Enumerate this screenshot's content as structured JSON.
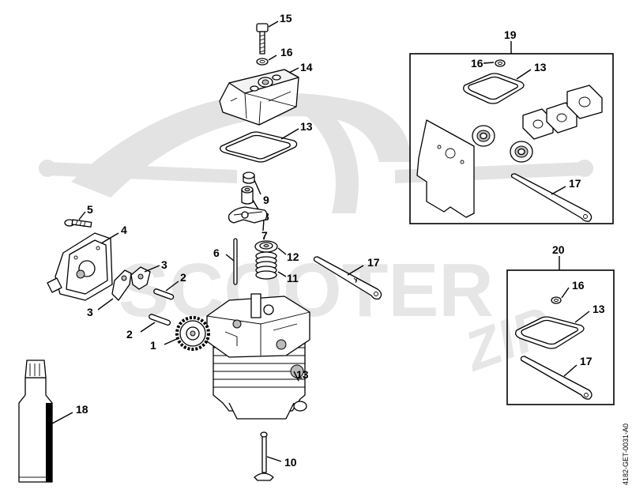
{
  "watermark": {
    "brand_text": "SCOOTER",
    "brand_tail": "ZIP"
  },
  "drawing_code": "4182-GET-0031-A0",
  "callouts": {
    "c1": "1",
    "c2a": "2",
    "c2b": "2",
    "c3a": "3",
    "c3b": "3",
    "c4": "4",
    "c5": "5",
    "c6": "6",
    "c7": "7",
    "c8": "8",
    "c9": "9",
    "c10": "10",
    "c11": "11",
    "c12": "12",
    "c13": "13",
    "c14": "14",
    "c15": "15",
    "c16": "16",
    "c17": "17",
    "c18": "18"
  },
  "kit19": {
    "label": "19",
    "c16": "16",
    "c13": "13",
    "c17": "17"
  },
  "kit20": {
    "label": "20",
    "c16": "16",
    "c13": "13",
    "c17": "17"
  },
  "colors": {
    "line": "#000000",
    "watermark": "#e3e3e3",
    "background": "#ffffff"
  }
}
